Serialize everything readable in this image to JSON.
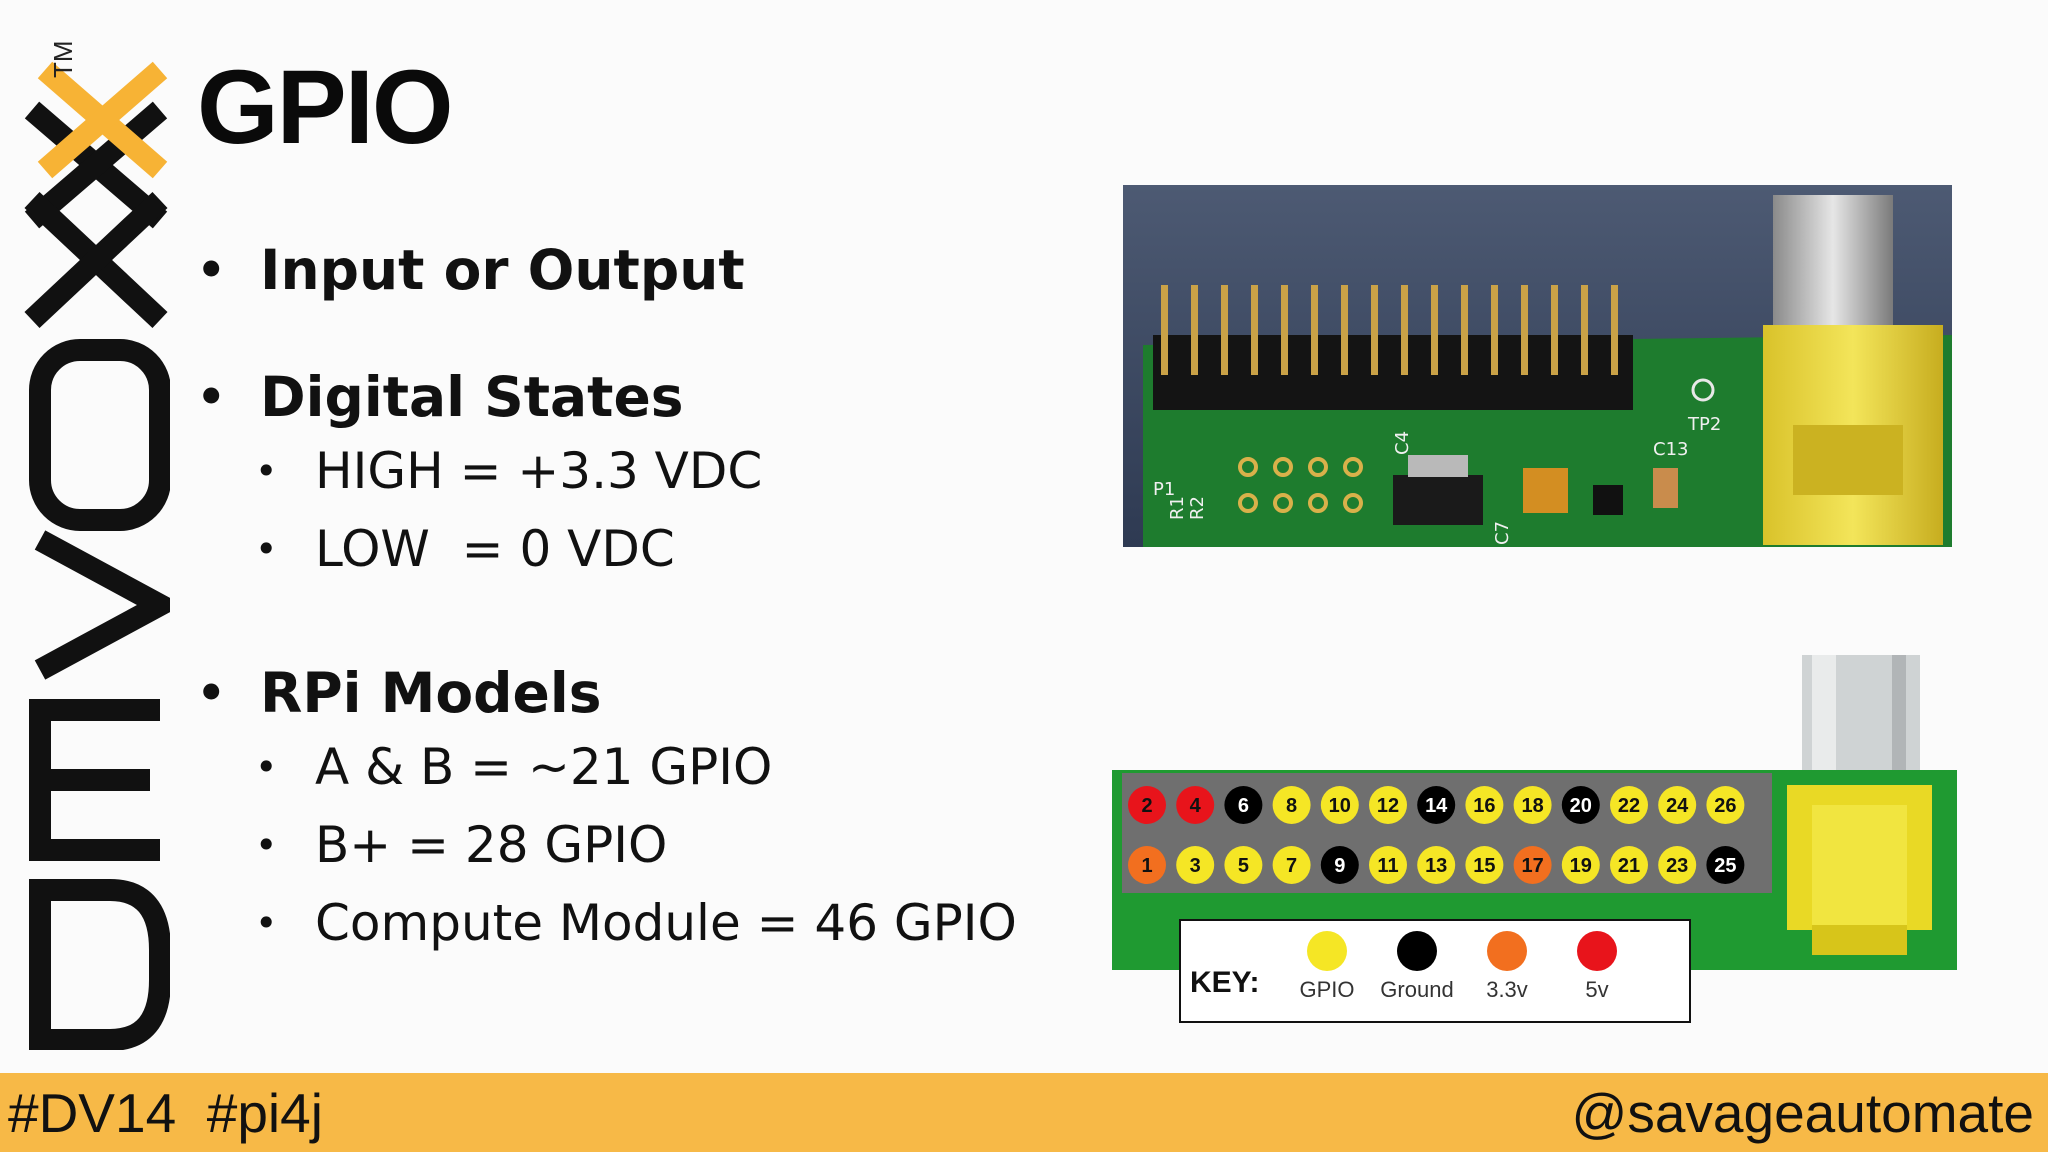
{
  "logo": {
    "text": "DEVOXX",
    "trademark": "TM",
    "accent_color": "#f7b335"
  },
  "slide": {
    "title": "GPIO",
    "bullets": [
      {
        "text": "Input or Output",
        "sub": []
      },
      {
        "text": "Digital States",
        "sub": [
          "HIGH = +3.3 VDC",
          "LOW  = 0 VDC"
        ]
      },
      {
        "text": "RPi Models",
        "sub": [
          "A & B = ~21 GPIO",
          "B+ = 28 GPIO",
          "Compute Module = 46 GPIO"
        ]
      }
    ]
  },
  "header_diagram": {
    "top_row": [
      {
        "n": "2",
        "type": "5v"
      },
      {
        "n": "4",
        "type": "5v"
      },
      {
        "n": "6",
        "type": "Ground"
      },
      {
        "n": "8",
        "type": "GPIO"
      },
      {
        "n": "10",
        "type": "GPIO"
      },
      {
        "n": "12",
        "type": "GPIO"
      },
      {
        "n": "14",
        "type": "Ground"
      },
      {
        "n": "16",
        "type": "GPIO"
      },
      {
        "n": "18",
        "type": "GPIO"
      },
      {
        "n": "20",
        "type": "Ground"
      },
      {
        "n": "22",
        "type": "GPIO"
      },
      {
        "n": "24",
        "type": "GPIO"
      },
      {
        "n": "26",
        "type": "GPIO"
      }
    ],
    "bottom_row": [
      {
        "n": "1",
        "type": "3.3v"
      },
      {
        "n": "3",
        "type": "GPIO"
      },
      {
        "n": "5",
        "type": "GPIO"
      },
      {
        "n": "7",
        "type": "GPIO"
      },
      {
        "n": "9",
        "type": "Ground"
      },
      {
        "n": "11",
        "type": "GPIO"
      },
      {
        "n": "13",
        "type": "GPIO"
      },
      {
        "n": "15",
        "type": "GPIO"
      },
      {
        "n": "17",
        "type": "3.3v"
      },
      {
        "n": "19",
        "type": "GPIO"
      },
      {
        "n": "21",
        "type": "GPIO"
      },
      {
        "n": "23",
        "type": "GPIO"
      },
      {
        "n": "25",
        "type": "Ground"
      }
    ],
    "key_label": "KEY:",
    "key": [
      {
        "label": "GPIO",
        "color": "#f5e625"
      },
      {
        "label": "Ground",
        "color": "#000000"
      },
      {
        "label": "3.3v",
        "color": "#f26f1f"
      },
      {
        "label": "5v",
        "color": "#e8141b"
      }
    ],
    "colors": {
      "GPIO": "#f5e625",
      "Ground": "#000000",
      "3.3v": "#f26f1f",
      "5v": "#e8141b",
      "board": "#1f9a31"
    }
  },
  "photo": {
    "silkscreen": [
      "P1",
      "R1",
      "R2",
      "C4",
      "C7",
      "C13",
      "TP2"
    ]
  },
  "footer": {
    "hashtags": "#DV14  #pi4j",
    "handle": "@savageautomate",
    "color": "#f7b947"
  }
}
